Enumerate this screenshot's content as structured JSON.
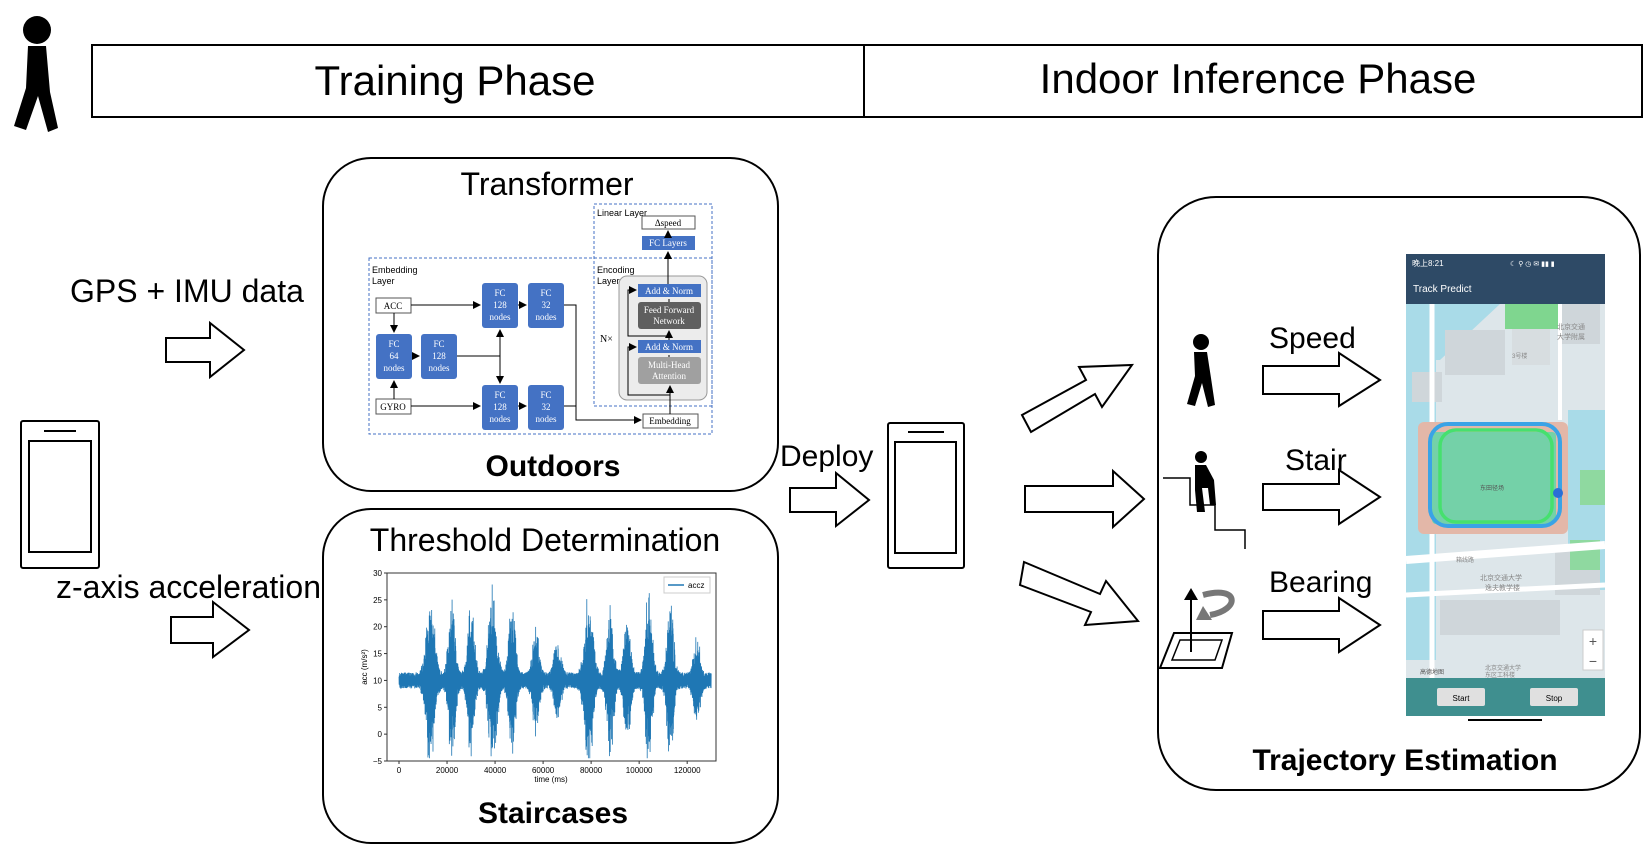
{
  "header": {
    "training_phase": "Training Phase",
    "inference_phase": "Indoor Inference Phase"
  },
  "inputs": {
    "gps_imu": "GPS + IMU data",
    "z_axis": "z-axis acceleration",
    "deploy": "Deploy"
  },
  "transformer_panel": {
    "title": "Transformer",
    "footer": "Outdoors",
    "linear_layer": "Linear Layer",
    "embedding_layer": [
      "Embedding",
      "Layer"
    ],
    "encoding_layer": [
      "Encoding",
      "Layer"
    ],
    "delta_speed": "Δspeed",
    "fc_layers": "FC Layers",
    "acc": "ACC",
    "gyro": "GYRO",
    "nx": "N×",
    "add_norm": "Add & Norm",
    "feed_forward": [
      "Feed Forward",
      "Network"
    ],
    "multi_head": [
      "Multi-Head",
      "Attention"
    ],
    "embedding": "Embedding",
    "fc64": [
      "FC",
      "64",
      "nodes"
    ],
    "fc128": [
      "FC",
      "128",
      "nodes"
    ],
    "fc32": [
      "FC",
      "32",
      "nodes"
    ],
    "colors": {
      "block": "#4472c4",
      "gray": "#7f7f7f",
      "dark": "#5f5f5f",
      "border": "#4472c4"
    }
  },
  "threshold_panel": {
    "title": "Threshold Determination",
    "footer": "Staircases"
  },
  "chart_data": {
    "type": "line",
    "title": "",
    "xlabel": "time (ms)",
    "ylabel": "acc (m/s²)",
    "xlim": [
      -5000,
      132000
    ],
    "ylim": [
      -5,
      30
    ],
    "x_ticks": [
      "0",
      "20000",
      "40000",
      "60000",
      "80000",
      "100000",
      "120000"
    ],
    "y_ticks": [
      "−5",
      "0",
      "5",
      "10",
      "15",
      "20",
      "25",
      "30"
    ],
    "legend": "accz",
    "legend_position": "top-right",
    "series": [
      {
        "name": "accz",
        "color": "#1f77b4",
        "baseline": 10,
        "noise_amplitude": 1.5,
        "bursts": [
          {
            "center": 13000,
            "width": 5000,
            "amplitude": 17
          },
          {
            "center": 22000,
            "width": 4000,
            "amplitude": 16
          },
          {
            "center": 30000,
            "width": 4000,
            "amplitude": 15
          },
          {
            "center": 39000,
            "width": 5000,
            "amplitude": 17
          },
          {
            "center": 47000,
            "width": 4000,
            "amplitude": 15
          },
          {
            "center": 57000,
            "width": 4000,
            "amplitude": 10
          },
          {
            "center": 66000,
            "width": 4000,
            "amplitude": 8
          },
          {
            "center": 79000,
            "width": 5000,
            "amplitude": 17
          },
          {
            "center": 88000,
            "width": 4000,
            "amplitude": 14
          },
          {
            "center": 95000,
            "width": 4000,
            "amplitude": 13
          },
          {
            "center": 104000,
            "width": 4000,
            "amplitude": 17
          },
          {
            "center": 113000,
            "width": 4000,
            "amplitude": 15
          },
          {
            "center": 124000,
            "width": 4000,
            "amplitude": 8
          }
        ]
      }
    ]
  },
  "trajectory_panel": {
    "speed": "Speed",
    "stair": "Stair",
    "bearing": "Bearing",
    "footer": "Trajectory Estimation"
  },
  "phone_app": {
    "status_time": "晚上8:21",
    "status_icons": "☾ ⚲ ◷ ✉ ▮▮ ▮",
    "title": "Track Predict",
    "map_labels": [
      "北京交通",
      "大学附属",
      "3号楼",
      "东田径场",
      "北京交通大学",
      "逸夫教学楼",
      "北京交通大学",
      "东区工科楼",
      "箱线路",
      "高德地图"
    ],
    "zoom_in": "+",
    "zoom_out": "−",
    "start": "Start",
    "stop": "Stop",
    "colors": {
      "header": "#2e4a66",
      "footer": "#3f8f8f",
      "field": "#74d1a8",
      "track_outer": "#3aa3e6",
      "track_inner": "#46e06e",
      "road": "#ffffff",
      "water": "#a9dbe8",
      "land": "#e6eef0"
    }
  }
}
